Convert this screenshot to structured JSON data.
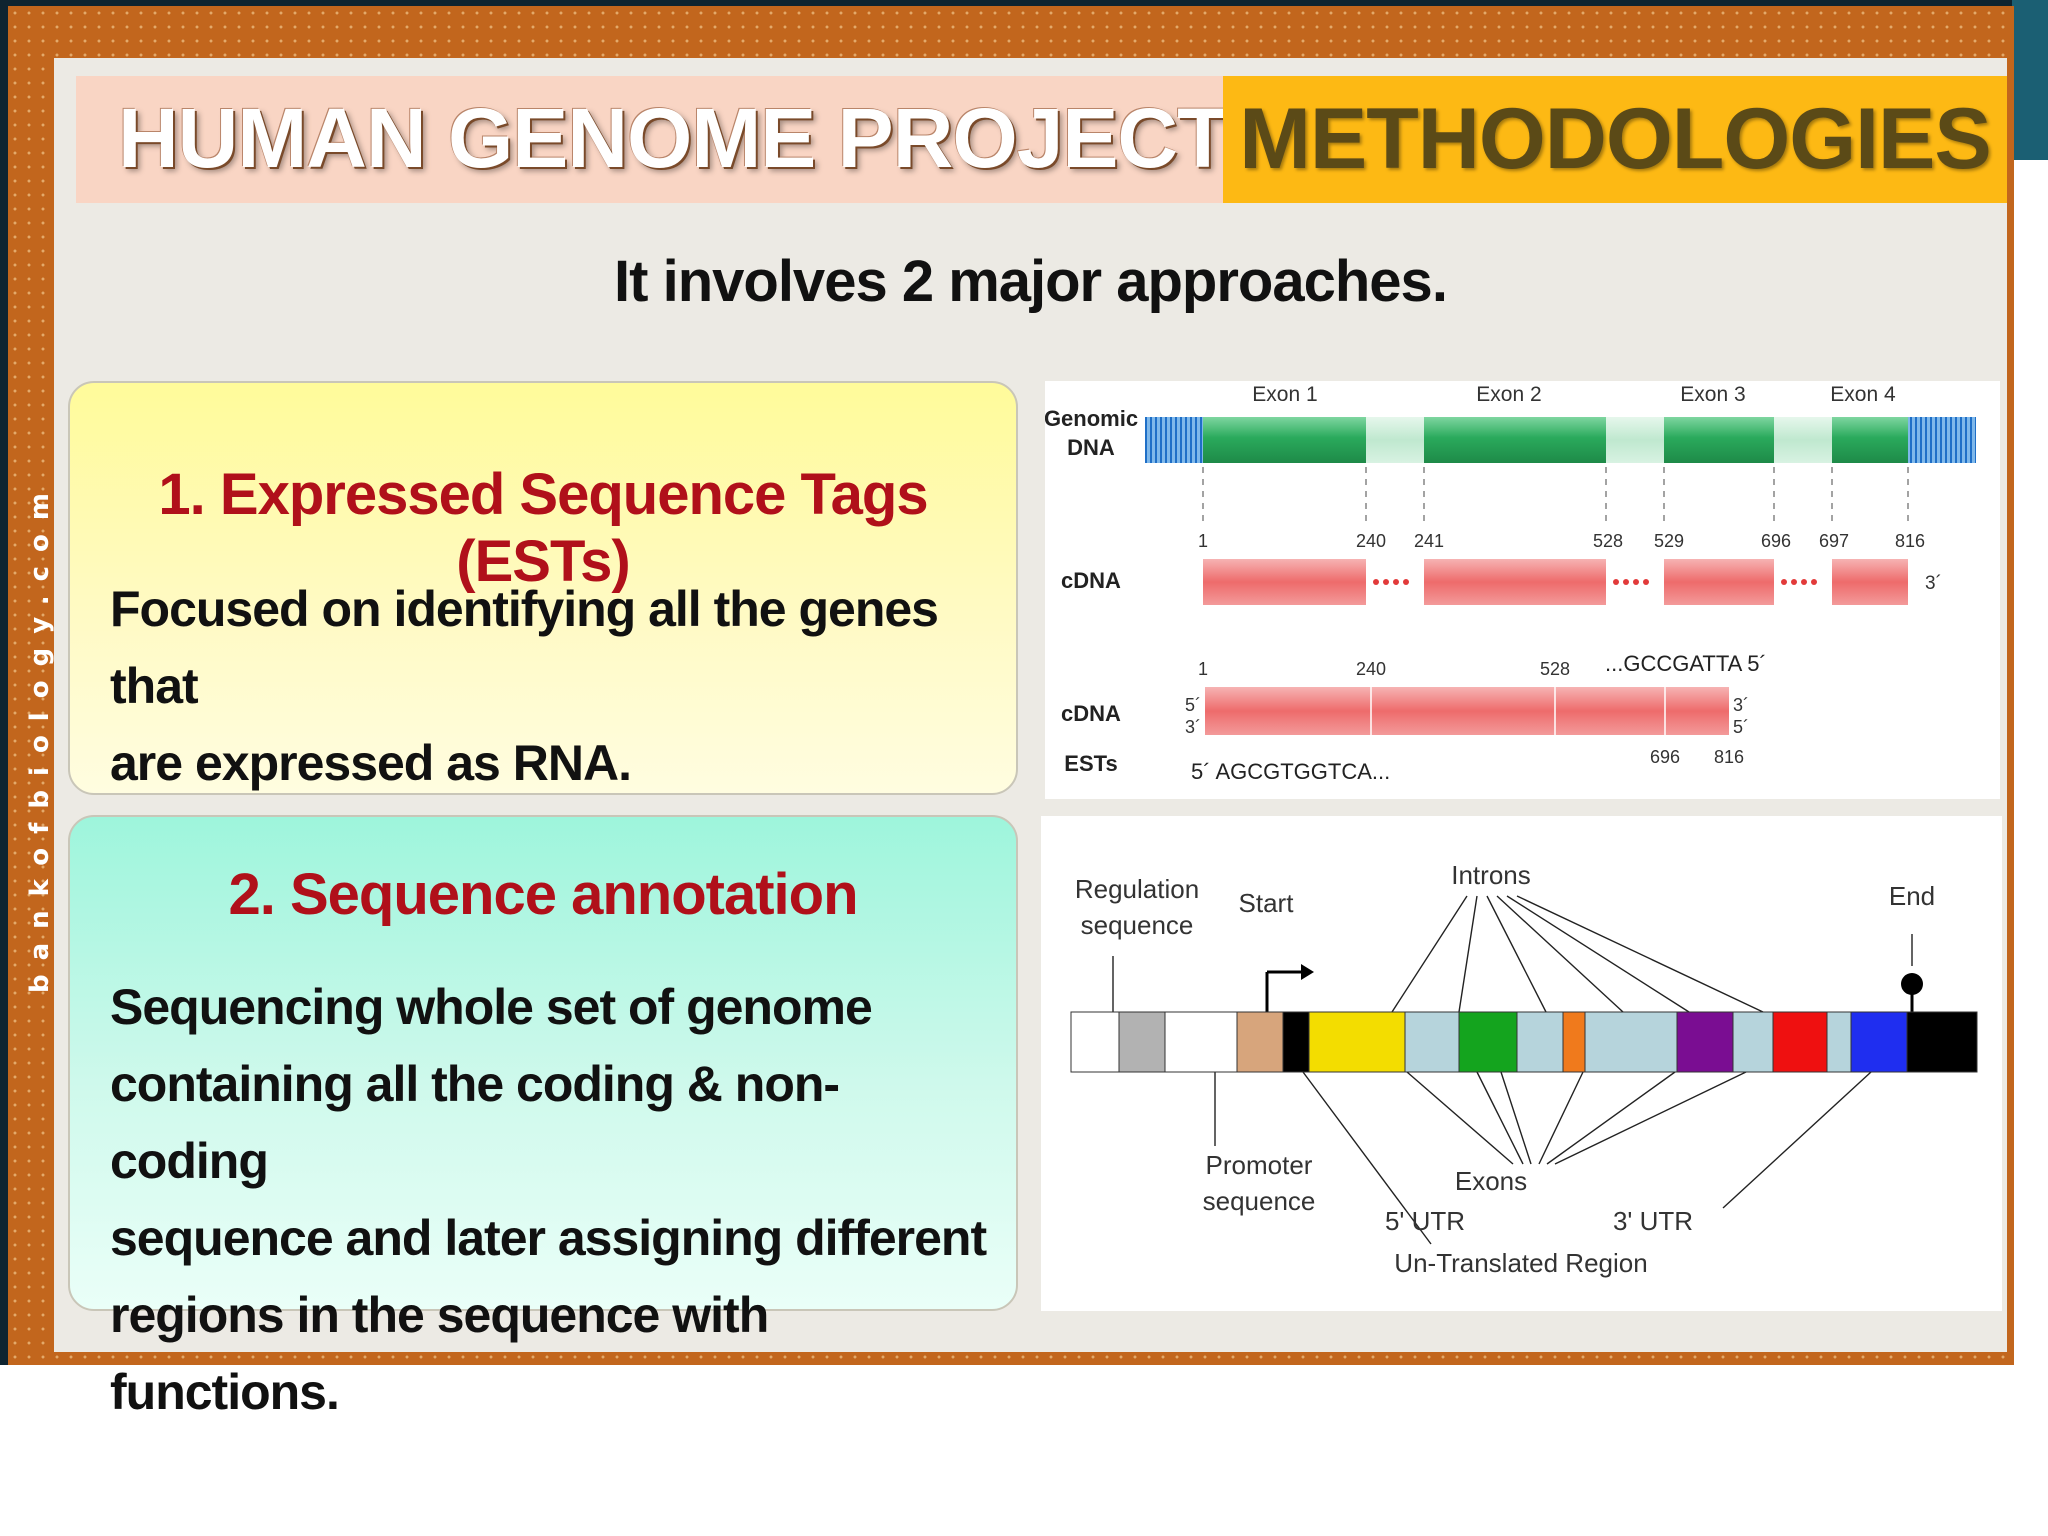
{
  "watermark": "bankofbiology.com",
  "header": {
    "title": "HUMAN GENOME PROJECT (HGP)",
    "tag": "METHODOLOGIES",
    "subtitle": "It involves 2 major approaches."
  },
  "cards": {
    "est": {
      "title": "1. Expressed Sequence Tags (ESTs)",
      "body_lines": [
        "Focused on identifying all the genes that",
        "are expressed as RNA."
      ]
    },
    "annotation": {
      "title": "2. Sequence annotation",
      "body_lines": [
        "Sequencing whole set of genome",
        "containing all the coding & non-coding",
        "sequence and later assigning different",
        "regions in the sequence with functions."
      ]
    }
  },
  "est_diagram": {
    "exon_labels": [
      "Exon  1",
      "Exon  2",
      "Exon  3",
      "Exon  4"
    ],
    "genomic_label_lines": [
      "Genomic",
      "DNA"
    ],
    "cdna_label": "cDNA",
    "cdna_positions": [
      "1",
      "240",
      "241",
      "528",
      "529",
      "696",
      "697",
      "816"
    ],
    "cdna_end": "3´",
    "lower_positions_top": [
      "1",
      "240",
      "528"
    ],
    "est_3prime_seq": "...GCCGATTA 5´",
    "strand_left": [
      "5´",
      "3´"
    ],
    "strand_right": [
      "3´",
      "5´"
    ],
    "lower_positions_bottom": [
      "696",
      "816"
    ],
    "est_label": "ESTs",
    "est_5prime_seq": "5´ AGCGTGGTCA...",
    "colors": {
      "exon": "#2aaa5c",
      "intron": "#cdeedb",
      "flank": "#2f86d6",
      "cdna": "#ee6b6b"
    }
  },
  "gene_diagram": {
    "labels": {
      "regulation_lines": [
        "Regulation",
        "sequence"
      ],
      "start": "Start",
      "introns": "Introns",
      "end": "End",
      "promoter_lines": [
        "Promoter",
        "sequence"
      ],
      "exons": "Exons",
      "utr5": "5' UTR",
      "utr3": "3' UTR",
      "untranslated": "Un-Translated Region"
    },
    "segment_colors": [
      "#ffffff",
      "#b2b2b2",
      "#ffffff",
      "#d7a57c",
      "#000000",
      "#f3dd00",
      "#b6d4dc",
      "#14a41e",
      "#b6d4dc",
      "#f07a1c",
      "#b6d4dc",
      "#7a0d92",
      "#b6d4dc",
      "#ef1010",
      "#b6d4dc",
      "#1f2ef0",
      "#000000"
    ]
  }
}
